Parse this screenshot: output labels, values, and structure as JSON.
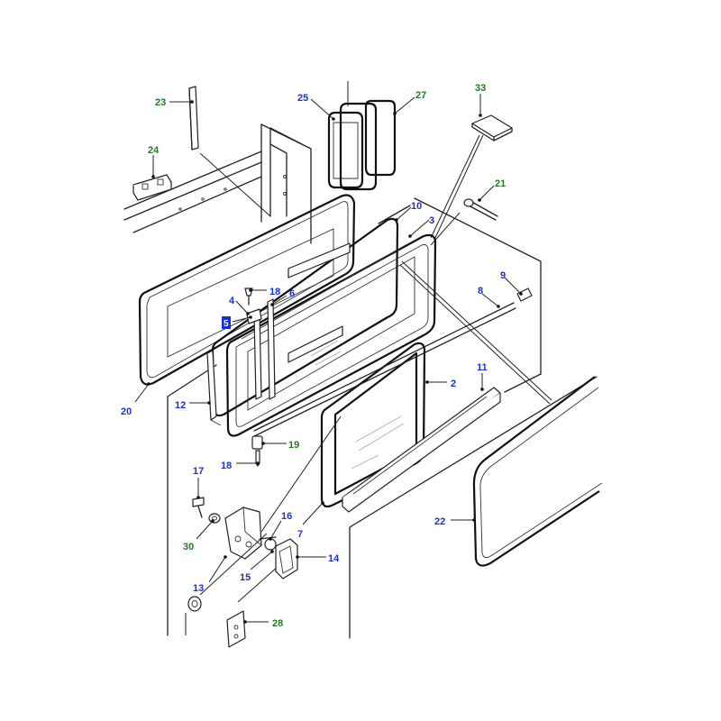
{
  "colors": {
    "label_blue": "#1a2fd6",
    "label_green": "#1f7a1f",
    "highlight_box": "#1a2fd6",
    "line": "#222222"
  },
  "callouts": [
    {
      "id": "1",
      "text": "23",
      "color": "green",
      "highlighted": false
    },
    {
      "id": "2",
      "text": "24",
      "color": "green",
      "highlighted": false
    },
    {
      "id": "3",
      "text": "25",
      "color": "blue",
      "highlighted": false
    },
    {
      "id": "4",
      "text": "27",
      "color": "green",
      "highlighted": false
    },
    {
      "id": "5",
      "text": "33",
      "color": "green",
      "highlighted": false
    },
    {
      "id": "6",
      "text": "21",
      "color": "green",
      "highlighted": false
    },
    {
      "id": "7",
      "text": "10",
      "color": "blue",
      "highlighted": false
    },
    {
      "id": "8",
      "text": "3",
      "color": "blue",
      "highlighted": false
    },
    {
      "id": "9",
      "text": "9",
      "color": "blue",
      "highlighted": false
    },
    {
      "id": "10",
      "text": "8",
      "color": "blue",
      "highlighted": false
    },
    {
      "id": "11",
      "text": "18",
      "color": "blue",
      "highlighted": false
    },
    {
      "id": "12",
      "text": "4",
      "color": "blue",
      "highlighted": false
    },
    {
      "id": "13",
      "text": "6",
      "color": "blue",
      "highlighted": false
    },
    {
      "id": "14",
      "text": "5",
      "color": "blue",
      "highlighted": true
    },
    {
      "id": "15",
      "text": "20",
      "color": "blue",
      "highlighted": false
    },
    {
      "id": "16",
      "text": "12",
      "color": "blue",
      "highlighted": false
    },
    {
      "id": "17",
      "text": "2",
      "color": "blue",
      "highlighted": false
    },
    {
      "id": "18",
      "text": "11",
      "color": "blue",
      "highlighted": false
    },
    {
      "id": "19",
      "text": "19",
      "color": "green",
      "highlighted": false
    },
    {
      "id": "20",
      "text": "18",
      "color": "blue",
      "highlighted": false
    },
    {
      "id": "21",
      "text": "17",
      "color": "blue",
      "highlighted": false
    },
    {
      "id": "22",
      "text": "16",
      "color": "blue",
      "highlighted": false
    },
    {
      "id": "23",
      "text": "30",
      "color": "green",
      "highlighted": false
    },
    {
      "id": "24",
      "text": "7",
      "color": "blue",
      "highlighted": false
    },
    {
      "id": "25",
      "text": "22",
      "color": "blue",
      "highlighted": false
    },
    {
      "id": "26",
      "text": "14",
      "color": "blue",
      "highlighted": false
    },
    {
      "id": "27",
      "text": "13",
      "color": "blue",
      "highlighted": false
    },
    {
      "id": "28",
      "text": "15",
      "color": "blue",
      "highlighted": false
    },
    {
      "id": "29",
      "text": "28",
      "color": "green",
      "highlighted": false
    }
  ]
}
